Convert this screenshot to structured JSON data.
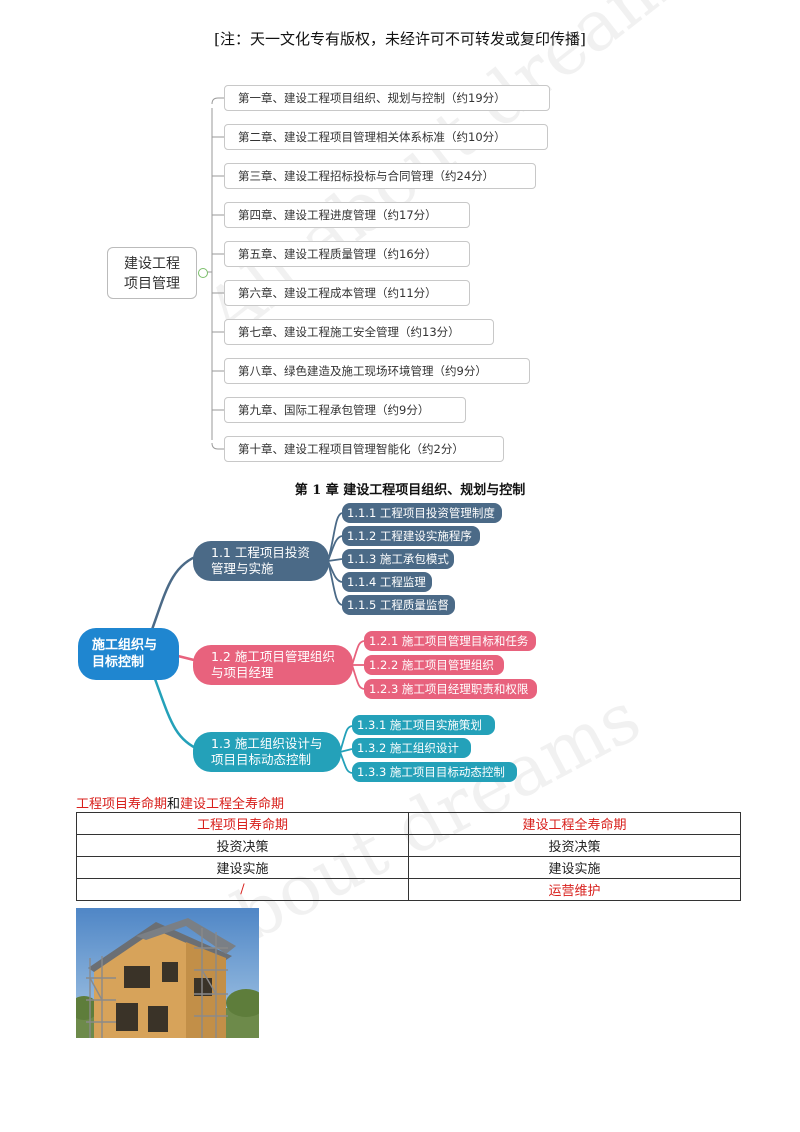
{
  "notice": "[注：天一文化专有版权，未经许可不可转发或复印传播]",
  "watermark": "All about dreams",
  "mindmap_chapters": {
    "root_line1": "建设工程",
    "root_line2": "项目管理",
    "chapters": [
      "第一章、建设工程项目组织、规划与控制（约19分）",
      "第二章、建设工程项目管理相关体系标准（约10分）",
      "第三章、建设工程招标投标与合同管理（约24分）",
      "第四章、建设工程进度管理（约17分）",
      "第五章、建设工程质量管理（约16分）",
      "第六章、建设工程成本管理（约11分）",
      "第七章、建设工程施工安全管理（约13分）",
      "第八章、绿色建造及施工现场环境管理（约9分）",
      "第九章、国际工程承包管理（约9分）",
      "第十章、建设工程项目管理智能化（约2分）"
    ]
  },
  "section_title": "第 1 章  建设工程项目组织、规划与控制",
  "mindmap_ch1": {
    "root_line1": "施工组织与",
    "root_line2": "目标控制",
    "branches": [
      {
        "line1": "1.1 工程项目投资",
        "line2": "管理与实施",
        "leaves": [
          "1.1.1 工程项目投资管理制度",
          "1.1.2 工程建设实施程序",
          "1.1.3 施工承包模式",
          "1.1.4 工程监理",
          "1.1.5 工程质量监督"
        ]
      },
      {
        "line1": "1.2 施工项目管理组织",
        "line2": "与项目经理",
        "leaves": [
          "1.2.1 施工项目管理目标和任务",
          "1.2.2 施工项目管理组织",
          "1.2.3  施工项目经理职责和权限"
        ]
      },
      {
        "line1": "1.3 施工组织设计与",
        "line2": "项目目标动态控制",
        "leaves": [
          "1.3.1 施工项目实施策划",
          "1.3.2 施工组织设计",
          "1.3.3 施工项目目标动态控制"
        ]
      }
    ],
    "colors": {
      "root": "#1f86d0",
      "branch1": "#4b6a87",
      "branch2": "#e8627d",
      "branch3": "#24a1b9"
    }
  },
  "heading": {
    "part1": "工程项目寿命期",
    "connector": "和",
    "part2": "建设工程全寿命期"
  },
  "table": {
    "headers": [
      "工程项目寿命期",
      "建设工程全寿命期"
    ],
    "rows": [
      [
        "投资决策",
        "投资决策"
      ],
      [
        "建设实施",
        "建设实施"
      ],
      [
        "/",
        "运营维护"
      ]
    ]
  },
  "photo_alt": "house-under-construction-photo"
}
